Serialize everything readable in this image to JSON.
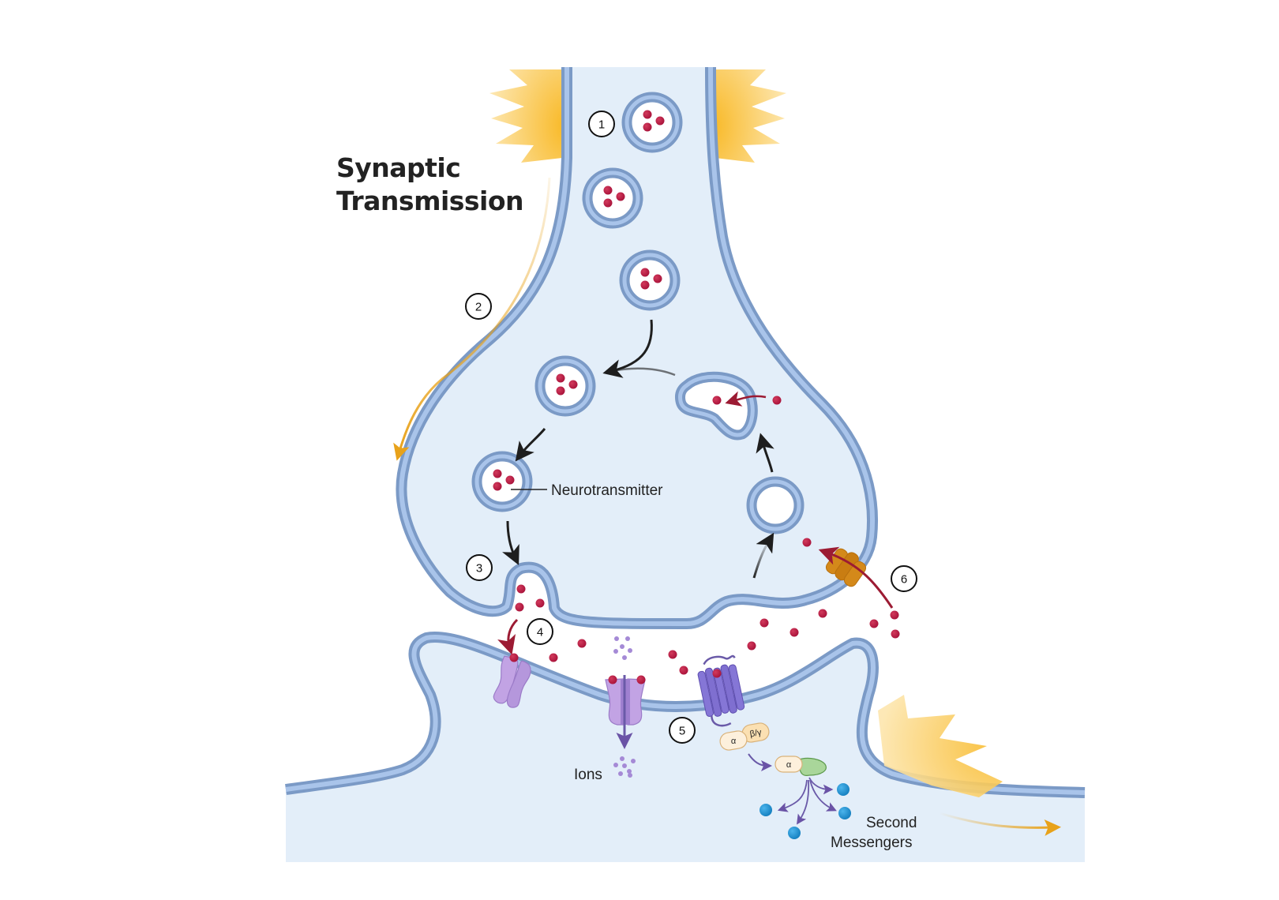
{
  "title": {
    "line1": "Synaptic",
    "line2": "Transmission"
  },
  "labels": {
    "neurotransmitter": "Neurotransmitter",
    "ions": "Ions",
    "second_messengers_line1": "Second",
    "second_messengers_line2": "Messengers",
    "g_alpha": "α",
    "g_beta_gamma": "β/γ",
    "g_alpha_active": "α"
  },
  "steps": [
    "1",
    "2",
    "3",
    "4",
    "5",
    "6"
  ],
  "colors": {
    "cytoplasm": "#e3eef9",
    "membrane_outer": "#7b9ac6",
    "membrane_inner": "#a9c4ea",
    "neurotransmitter": "#b5173f",
    "spark": "#f9c23c",
    "signal_arrow": "#e8a21a",
    "ion_channel": "#b597dc",
    "gpcr": "#7f6fd0",
    "transporter": "#d4891a",
    "second_messenger": "#1b8fce",
    "g_protein": "#fbe8c8",
    "effector": "#a9d69a"
  }
}
